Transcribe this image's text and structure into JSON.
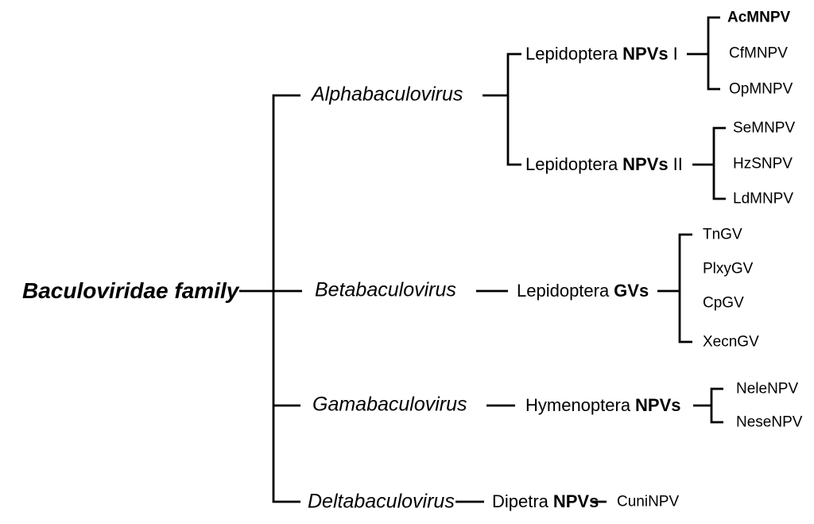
{
  "diagram": {
    "title": "Baculoviridae family phylogeny",
    "root_label": "Baculoviridae family",
    "line_color": "#000000",
    "background_color": "#ffffff",
    "emphasized_species": "AcMNPV",
    "genera": [
      {
        "name": "Alphabaculovirus",
        "groups": [
          {
            "host": "Lepidoptera",
            "virus_type": "NPVs",
            "suffix": "I",
            "species": [
              "AcMNPV",
              "CfMNPV",
              "OpMNPV"
            ]
          },
          {
            "host": "Lepidoptera",
            "virus_type": "NPVs",
            "suffix": "II",
            "species": [
              "SeMNPV",
              "HzSNPV",
              "LdMNPV"
            ]
          }
        ]
      },
      {
        "name": "Betabaculovirus",
        "groups": [
          {
            "host": "Lepidoptera",
            "virus_type": "GVs",
            "suffix": "",
            "species": [
              "TnGV",
              "PlxyGV",
              "CpGV",
              "XecnGV"
            ]
          }
        ]
      },
      {
        "name": "Gamabaculovirus",
        "groups": [
          {
            "host": "Hymenoptera",
            "virus_type": "NPVs",
            "suffix": "",
            "species": [
              "NeleNPV",
              "NeseNPV"
            ]
          }
        ]
      },
      {
        "name": "Deltabaculovirus",
        "groups": [
          {
            "host": "Dipetra",
            "virus_type": "NPVs",
            "suffix": "",
            "species": [
              "CuniNPV"
            ]
          }
        ]
      }
    ]
  }
}
